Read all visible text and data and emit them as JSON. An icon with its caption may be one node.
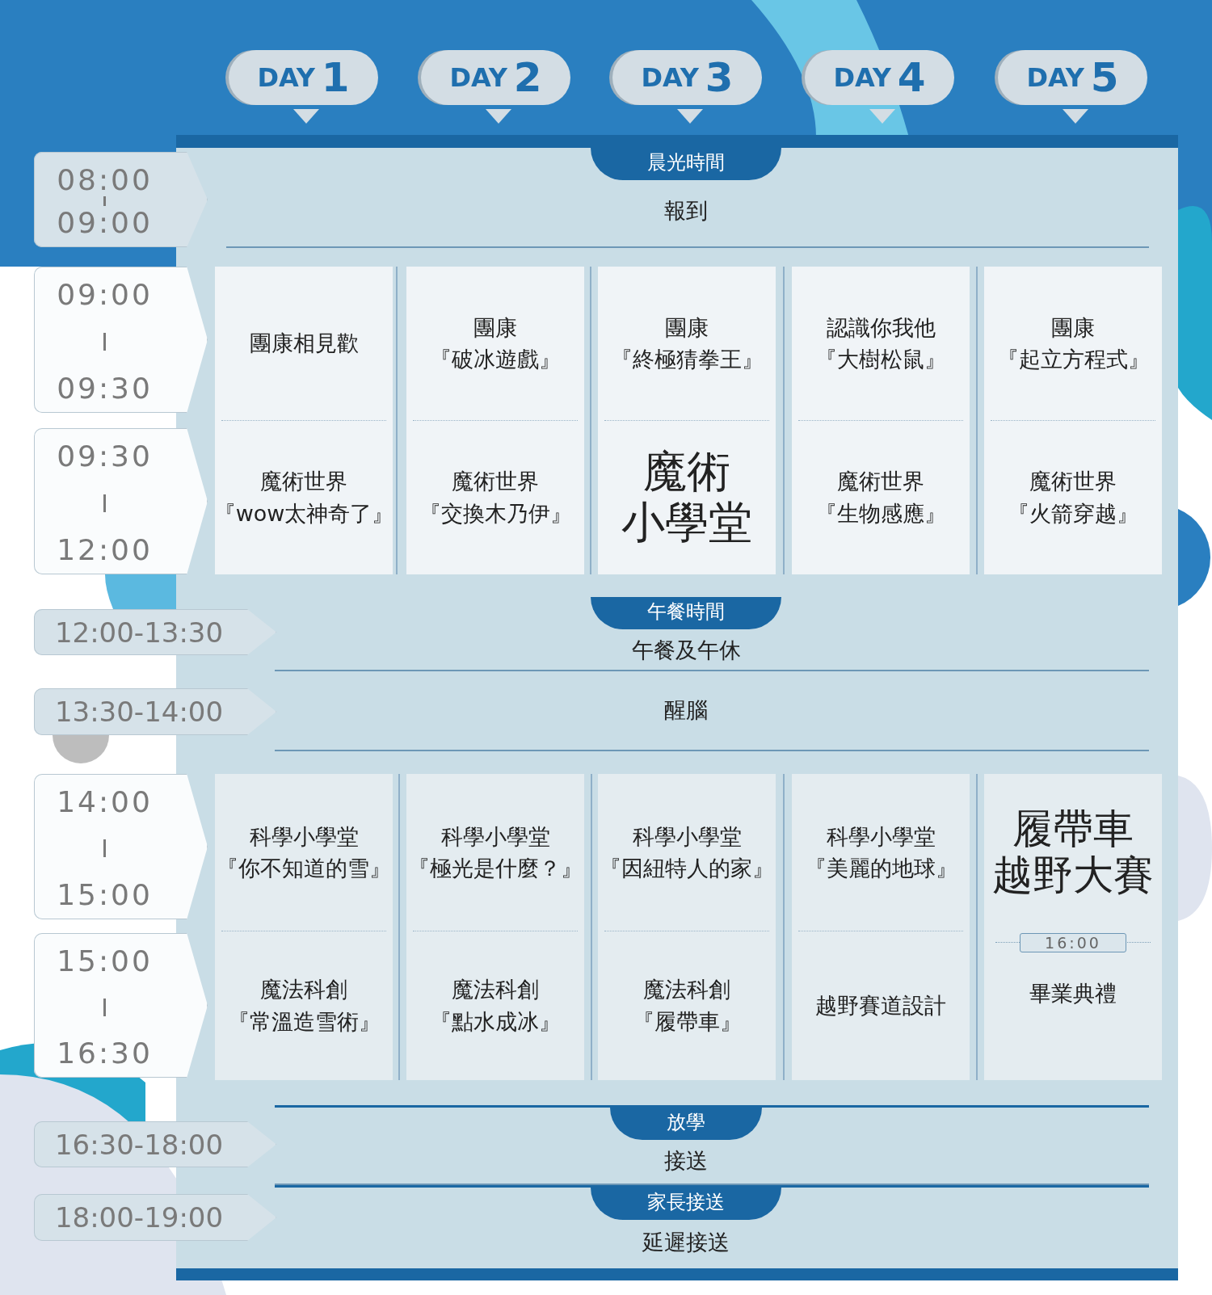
{
  "diagram": {
    "nodes": [
      {
        "text": [
          "DAY",
          "1"
        ]
      },
      {
        "text": [
          "DAY",
          "2"
        ]
      },
      {
        "text": [
          "DAY",
          "3"
        ]
      },
      {
        "text": [
          "DAY",
          "4"
        ]
      },
      {
        "text": [
          "DAY",
          "5"
        ]
      },
      {
        "text": [
          "08:00",
          "09:00"
        ]
      },
      {
        "text": [
          "09:00",
          "09:30"
        ]
      },
      {
        "text": [
          "09:30",
          "12:00"
        ]
      },
      {
        "text": [
          "12:00-13:30"
        ]
      },
      {
        "text": [
          "13:30-14:00"
        ]
      },
      {
        "text": [
          "14:00",
          "15:00"
        ]
      },
      {
        "text": [
          "15:00",
          "16:30"
        ]
      },
      {
        "text": [
          "16:30-18:00"
        ]
      },
      {
        "text": [
          "18:00-19:00"
        ]
      },
      {
        "text": [
          "晨光時間",
          "報到"
        ]
      },
      {
        "text": [
          "團康相見歡",
          "魔術世界『wow太神奇了』"
        ]
      },
      {
        "text": [
          "團康『破冰遊戲』",
          "魔術世界『交換木乃伊』"
        ]
      },
      {
        "text": [
          "團康『終極猜拳王』",
          "魔術小學堂"
        ]
      },
      {
        "text": [
          "認識你我他『大樹松鼠』",
          "魔術世界『生物感應』"
        ]
      },
      {
        "text": [
          "團康『起立方程式』",
          "魔術世界『火箭穿越』"
        ]
      },
      {
        "text": [
          "午餐時間",
          "午餐及午休"
        ]
      },
      {
        "text": [
          "醒腦"
        ]
      },
      {
        "text": [
          "科學小學堂『你不知道的雪』",
          "魔法科創『常溫造雪術』"
        ]
      },
      {
        "text": [
          "科學小學堂『極光是什麼？』",
          "魔法科創『點水成冰』"
        ]
      },
      {
        "text": [
          "科學小學堂『因紐特人的家』",
          "魔法科創『履帶車』"
        ]
      },
      {
        "text": [
          "科學小學堂『美麗的地球』",
          "越野賽道設計"
        ]
      },
      {
        "text": [
          "履帶車越野大賽",
          "16:00",
          "畢業典禮"
        ]
      },
      {
        "text": [
          "放學",
          "接送"
        ]
      },
      {
        "text": [
          "家長接送",
          "延遲接送"
        ]
      }
    ],
    "edges": []
  }
}
